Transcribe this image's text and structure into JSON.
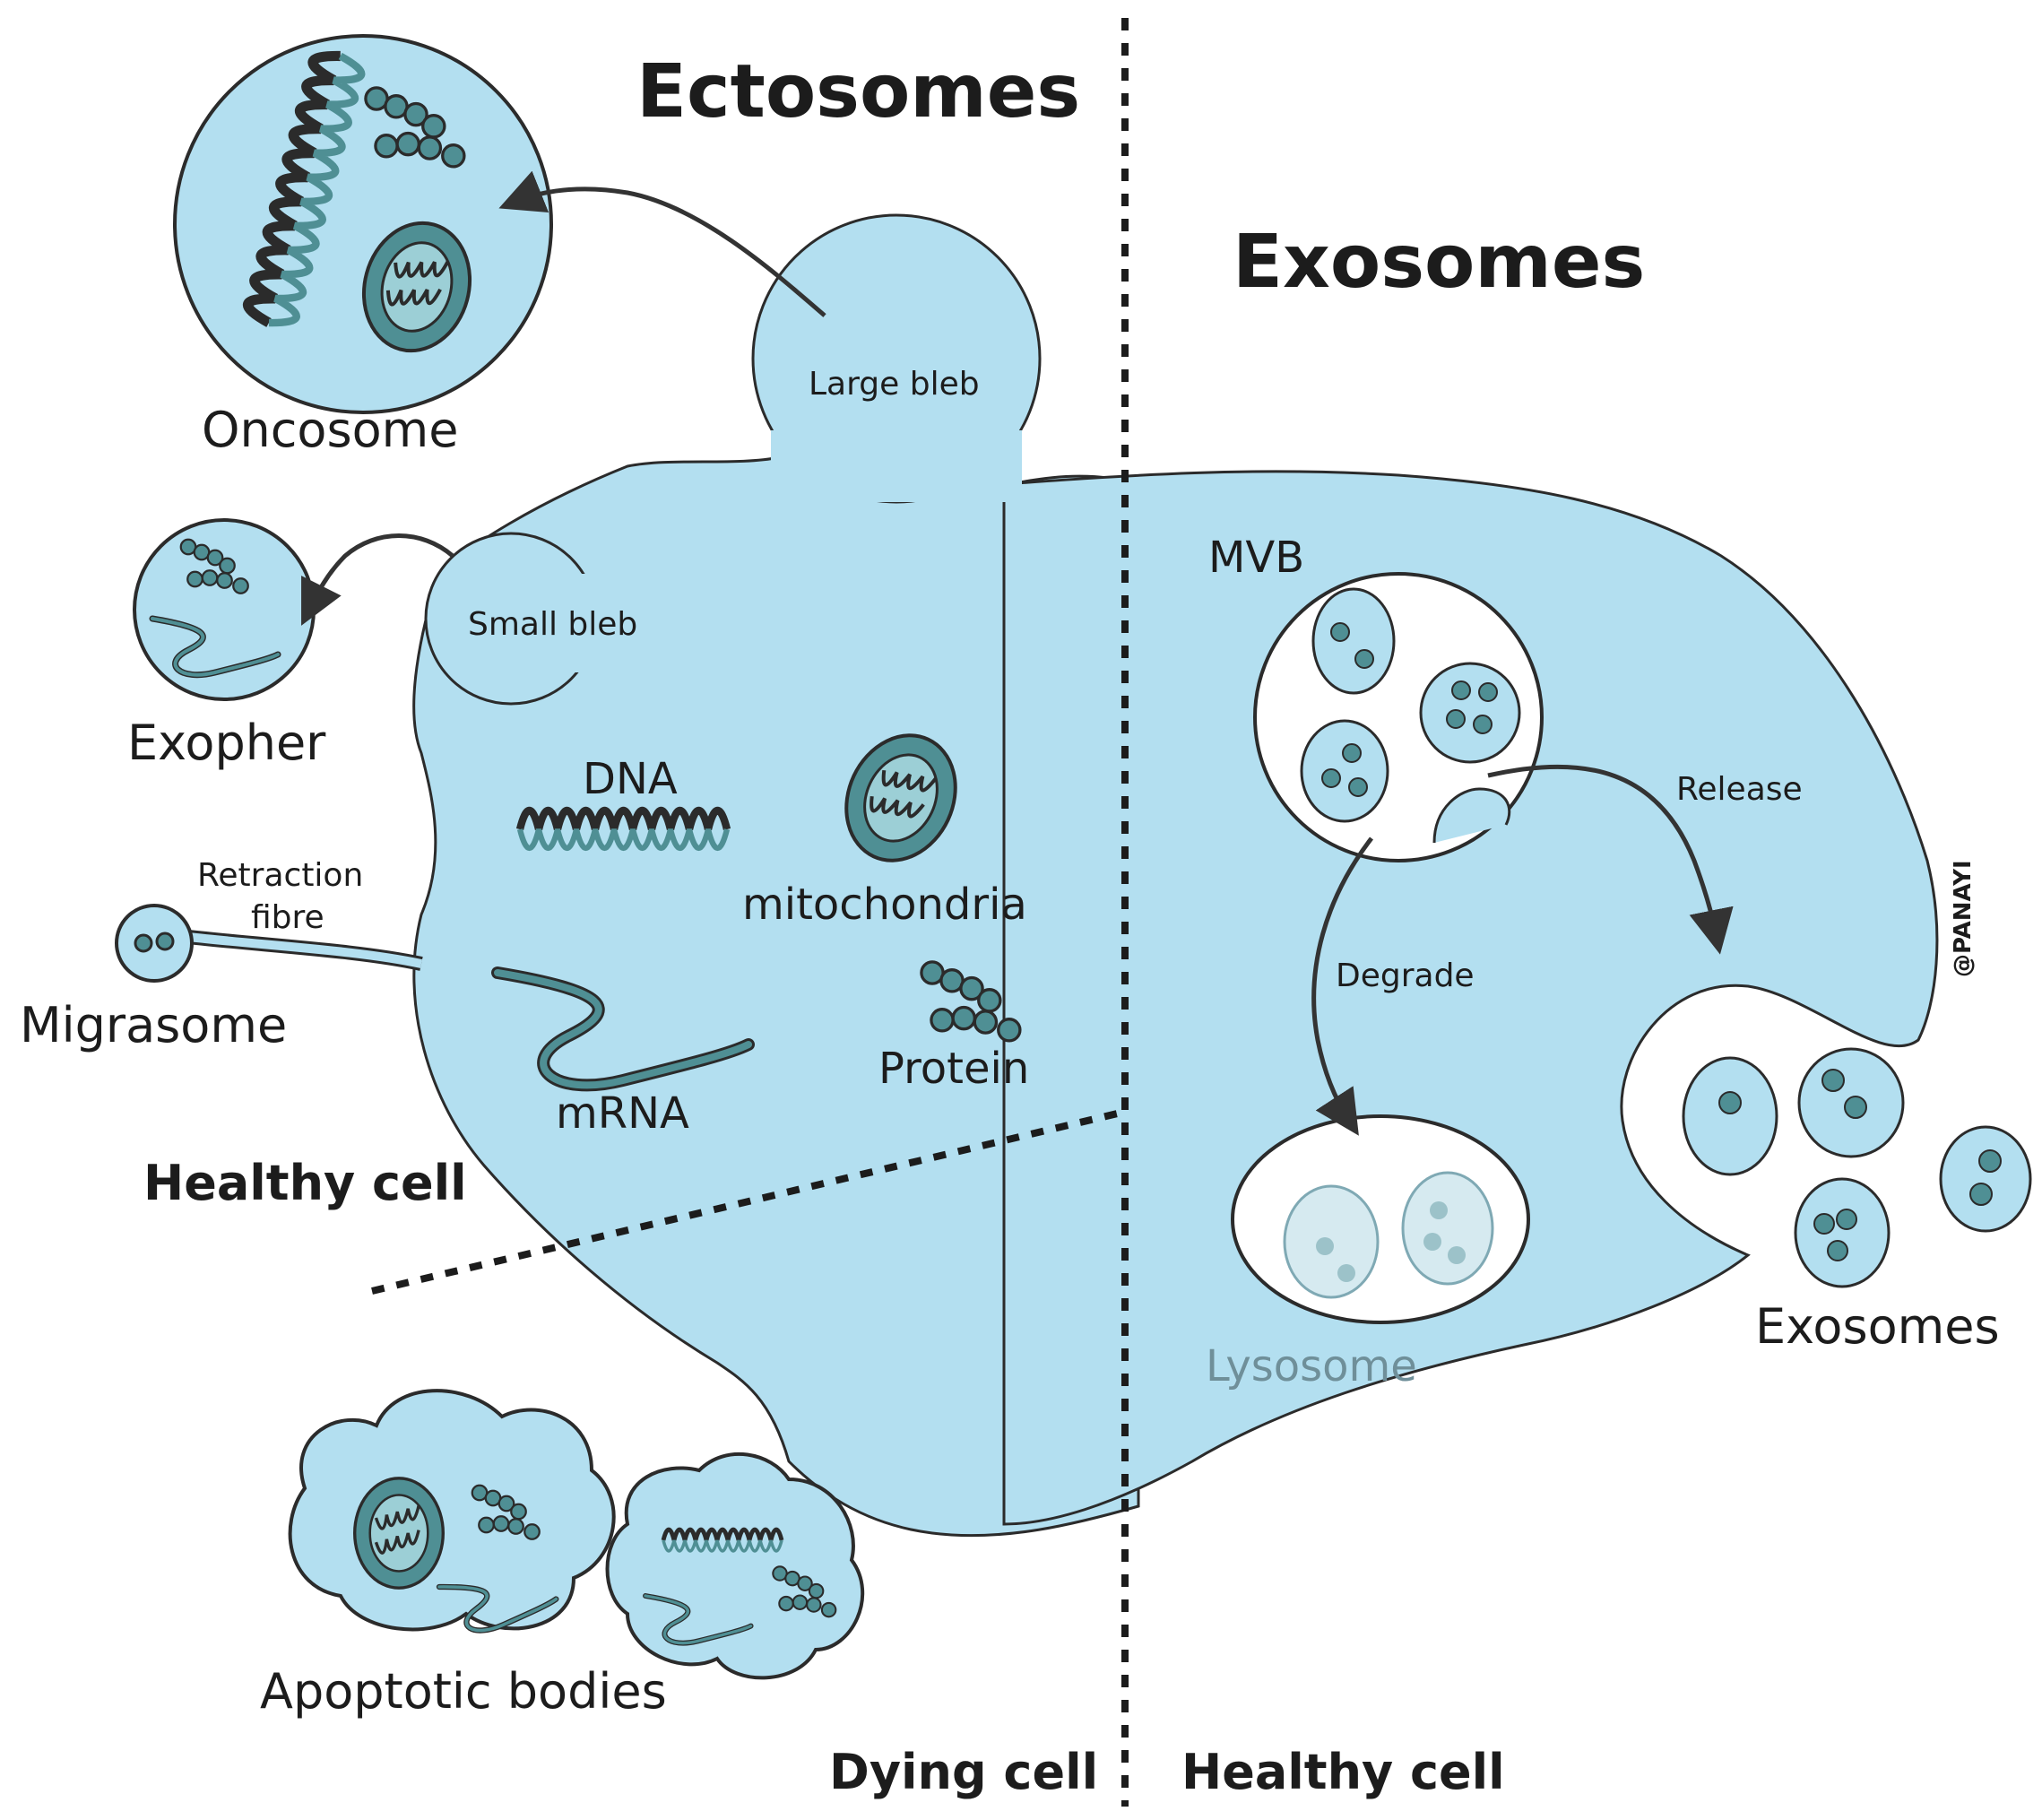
{
  "headings": {
    "ectosomes": "Ectosomes",
    "exosomes": "Exosomes"
  },
  "labels": {
    "oncosome": "Oncosome",
    "large_bleb": "Large bleb",
    "small_bleb": "Small bleb",
    "exopher": "Exopher",
    "dna": "DNA",
    "mitochondria": "mitochondria",
    "retraction_fibre_line1": "Retraction",
    "retraction_fibre_line2": "fibre",
    "migrasome": "Migrasome",
    "mrna": "mRNA",
    "protein": "Protein",
    "healthy_cell_left": "Healthy cell",
    "apoptotic_bodies": "Apoptotic bodies",
    "dying_cell": "Dying cell",
    "healthy_cell_bottom": "Healthy cell",
    "mvb": "MVB",
    "release": "Release",
    "degrade": "Degrade",
    "lysosome": "Lysosome",
    "exosomes_label": "Exosomes",
    "signature": "@PANAYI"
  },
  "colors": {
    "cell_fill": "#b3dff0",
    "outline": "#2b2b2b",
    "organelle": "#4f8f94",
    "organelle_dark": "#3a6f74",
    "vesicle_inner": "#ffffff",
    "faded": "#d6eaf0"
  }
}
